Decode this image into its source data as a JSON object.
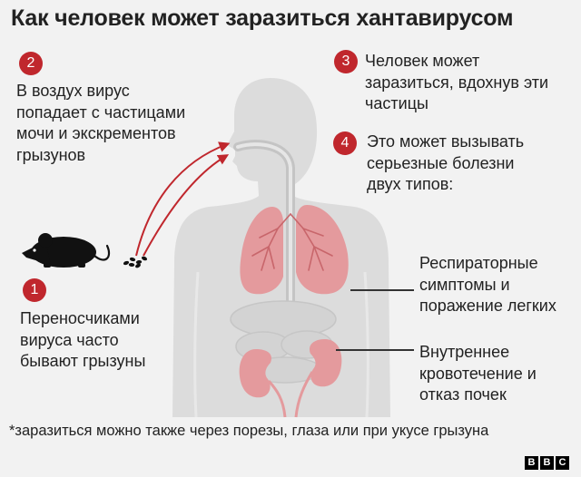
{
  "title": "Как человек может заразиться хантавирусом",
  "steps": {
    "s1": {
      "number": "1",
      "lines": [
        "Переносчиками",
        "вируса часто",
        "бывают грызуны"
      ]
    },
    "s2": {
      "number": "2",
      "lines": [
        "В воздух вирус",
        "попадает с частицами",
        "мочи и экскрементов",
        "грызунов"
      ]
    },
    "s3": {
      "number": "3",
      "lines": [
        "Человек может",
        "заразиться, вдохнув эти",
        "частицы"
      ]
    },
    "s4": {
      "number": "4",
      "lines": [
        "Это может вызывать",
        "серьезные болезни",
        "двух типов:"
      ]
    }
  },
  "outcomes": {
    "respiratory": {
      "lines": [
        "Респираторные",
        "симптомы и",
        "поражение легких"
      ]
    },
    "renal": {
      "lines": [
        "Внутреннее",
        "кровотечение и",
        "отказ почек"
      ]
    }
  },
  "footnote": "*заразиться можно также через порезы, глаза или при укусе грызуна",
  "logo_letters": [
    "B",
    "B",
    "C"
  ],
  "icons": {
    "rodent": "mouse-icon",
    "droppings": "droppings-icon",
    "person": "human-silhouette-icon",
    "lungs": "lungs-icon",
    "kidneys": "kidneys-icon",
    "transmission": "curved-arrow-icon"
  },
  "colors": {
    "accent": "#c0272d",
    "organs": "#e49a9d",
    "organ_veins": "#c8666b",
    "body": "#dcdcdc",
    "background": "#f2f2f2",
    "text": "#222222"
  }
}
